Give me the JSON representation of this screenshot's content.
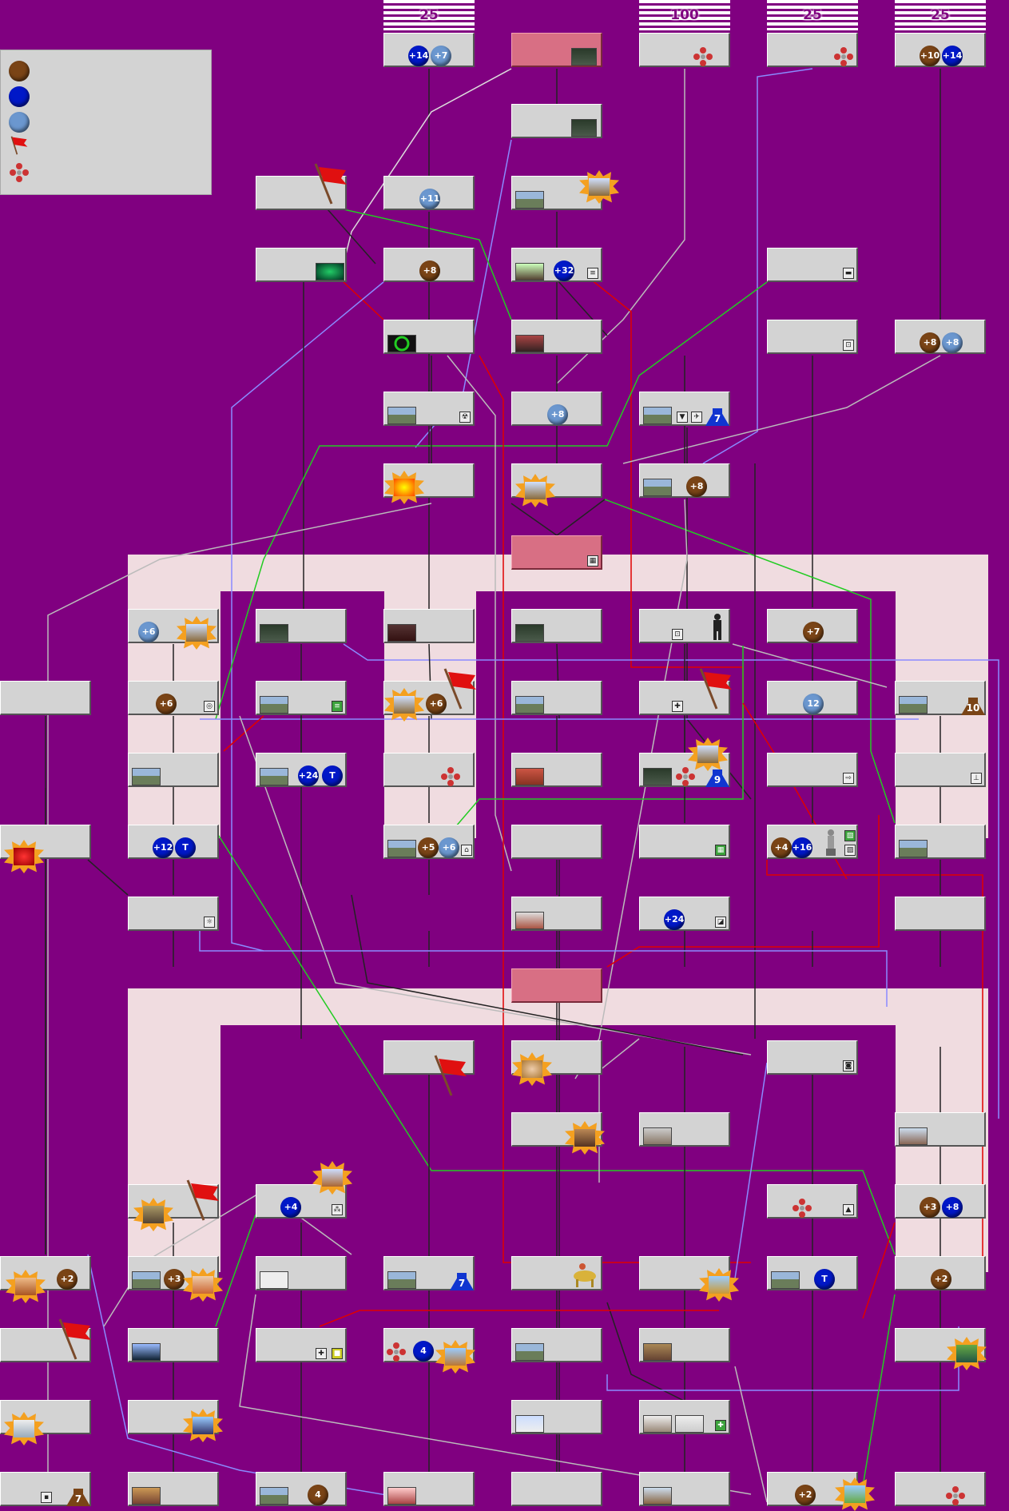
{
  "columns": {
    "col1_header": "25",
    "col2_header": "100",
    "col3_header": "25",
    "col4_header": "25"
  },
  "legend": {
    "items": [
      "brown-orb-icon",
      "blue-orb-icon",
      "light-blue-orb-icon",
      "flag-icon",
      "cross-icon"
    ]
  },
  "colors": {
    "background": "#800080",
    "box": "#d3d3d3",
    "box_highlight": "#d86f84",
    "band": "#f0dce0",
    "brown_orb": "#7a4416",
    "blue_orb": "#0018c8",
    "light_blue_orb": "#6b97cf",
    "line_red": "#e00000",
    "line_green": "#22cc22",
    "line_blue": "#8a8aff",
    "line_black": "#222222",
    "line_gray": "#bbbbbb"
  },
  "badges": {
    "b1": "+14",
    "b2": "+7",
    "b3": "+10",
    "b4": "+14",
    "b5": "+11",
    "b6": "+8",
    "b7": "+32",
    "b8": "+8",
    "b9": "+8",
    "b10": "+8",
    "b11": "+8",
    "b12": "+6",
    "b13": "+7",
    "b14": "+6",
    "b15": "+6",
    "b16": "12",
    "b17": "+24",
    "b18": "T",
    "b19": "+12",
    "b20": "T",
    "b21": "+5",
    "b22": "+6",
    "b23": "+4",
    "b24": "+16",
    "b25": "+24",
    "b26": "+4",
    "b27": "+3",
    "b28": "+8",
    "b29": "+2",
    "b30": "+3",
    "b31": "T",
    "b32": "+2",
    "b33": "4",
    "b34": "4",
    "b35": "+2"
  },
  "weights": {
    "w1": "7",
    "w2": "10",
    "w3": "9",
    "w4": "7",
    "w5": "7"
  }
}
